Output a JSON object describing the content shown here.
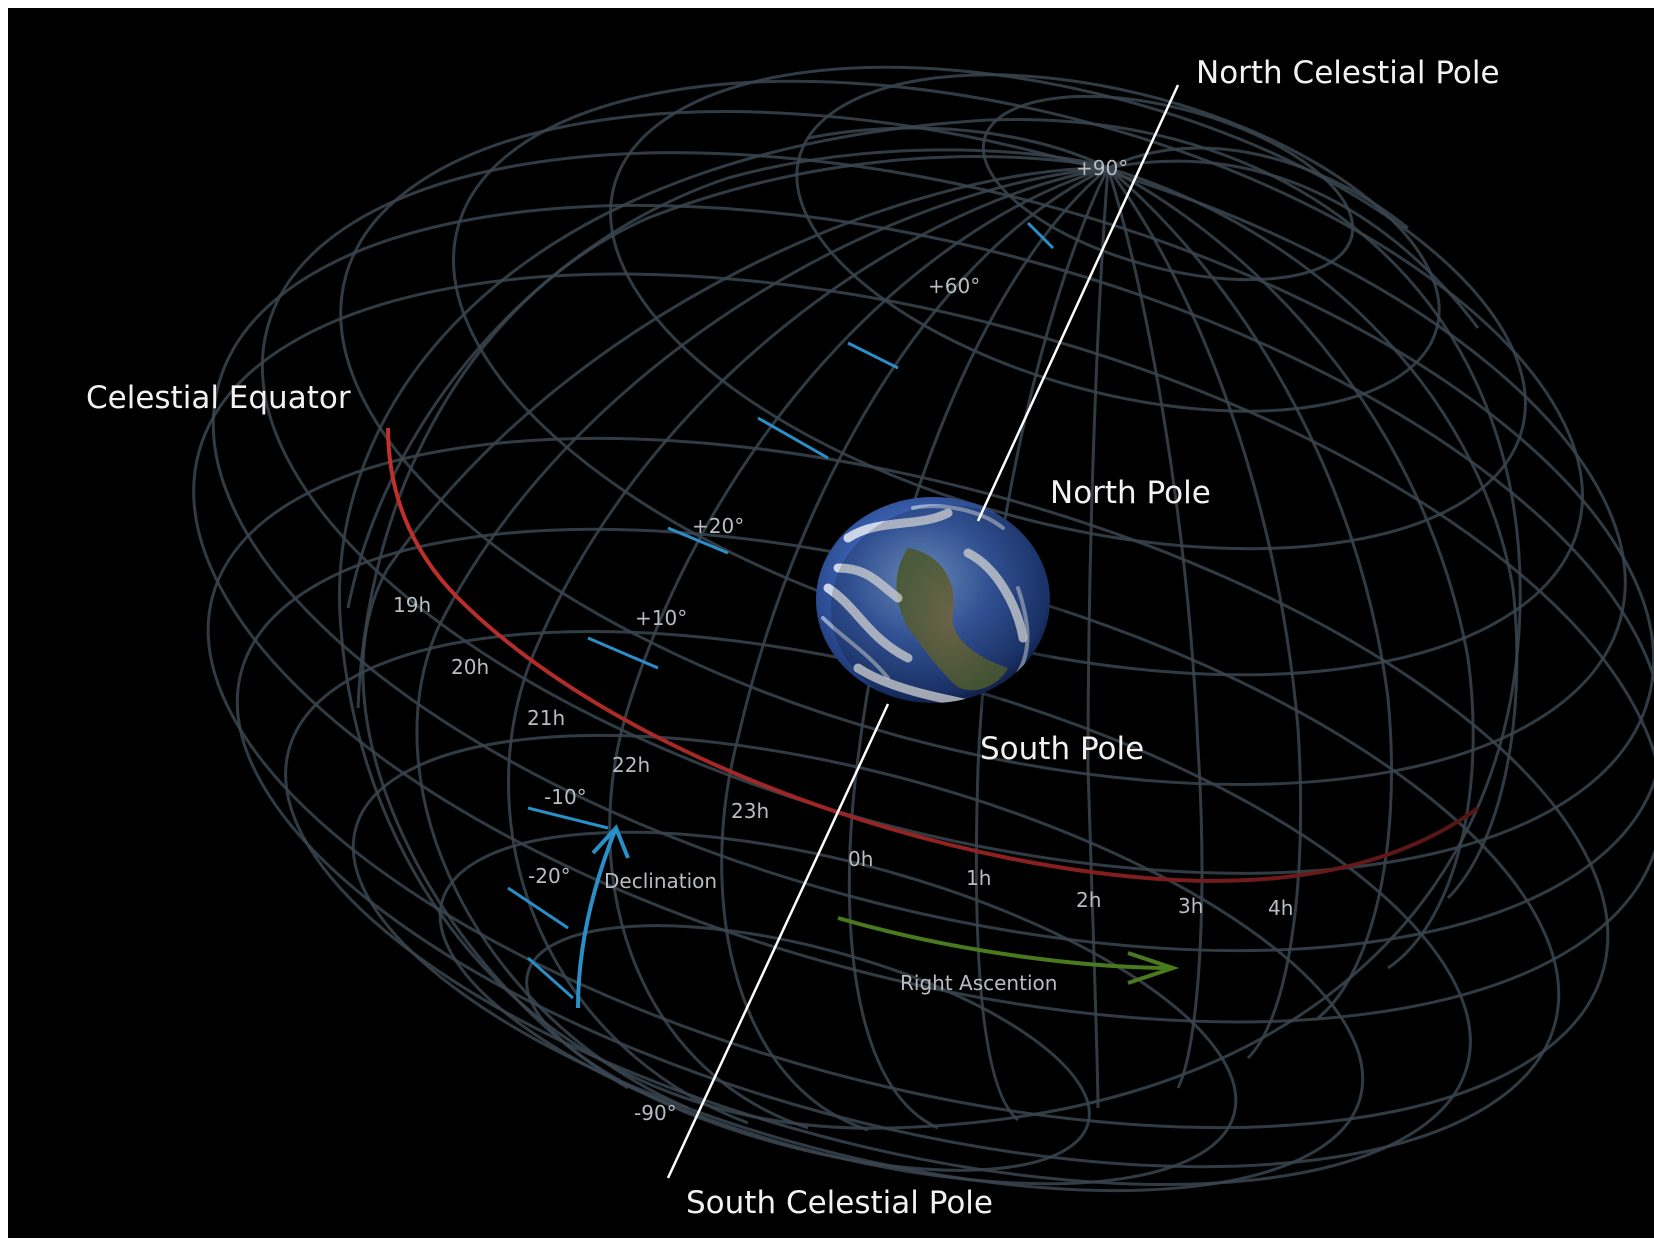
{
  "diagram": {
    "labels": {
      "north_celestial_pole": "North Celestial Pole",
      "south_celestial_pole": "South Celestial Pole",
      "celestial_equator": "Celestial Equator",
      "north_pole": "North Pole",
      "south_pole": "South Pole",
      "declination": "Declination",
      "right_ascension": "Right Ascention"
    },
    "declination_labels": [
      "+90°",
      "+60°",
      "+20°",
      "+10°",
      "-10°",
      "-20°",
      "-90°"
    ],
    "hour_labels": [
      "19h",
      "20h",
      "21h",
      "22h",
      "23h",
      "0h",
      "1h",
      "2h",
      "3h",
      "4h"
    ],
    "colors": {
      "background": "#000000",
      "grid": "#3a4550",
      "equator": "#b02a2a",
      "declination_marker": "#2a8fc8",
      "right_ascension_arrow": "#4a7a1e",
      "axis": "#ffffff",
      "earth_ocean": "#2c4f9c"
    }
  }
}
